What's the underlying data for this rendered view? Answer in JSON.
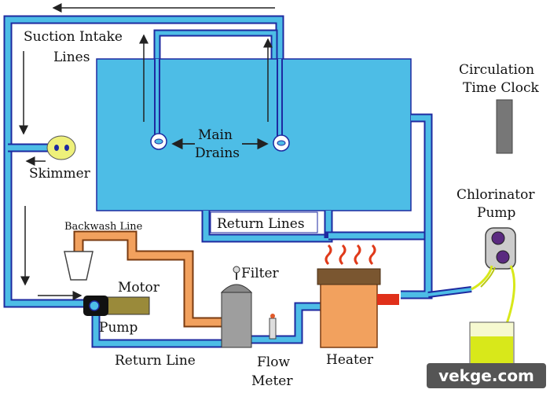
{
  "labels": {
    "suction_line1": "Suction Intake",
    "suction_line2": "Lines",
    "main_drains_line1": "Main",
    "main_drains_line2": "Drains",
    "skimmer": "Skimmer",
    "backwash": "Backwash Line",
    "return_lines": "Return Lines",
    "motor": "Motor",
    "pump": "Pump",
    "filter": "Filter",
    "return_line": "Return Line",
    "flow_meter_line1": "Flow",
    "flow_meter_line2": "Meter",
    "heater": "Heater",
    "clock_line1": "Circulation",
    "clock_line2": "Time Clock",
    "chlorinator_line1": "Chlorinator",
    "chlorinator_line2": "Pump"
  },
  "watermark": "vekge.com",
  "colors": {
    "pool": "#4dbde6",
    "pipe": "#4dbde6",
    "pipe_edge": "#1e2aa0",
    "backwash": "#f2a15e",
    "heater": "#f2a15e",
    "chlorine": "#d8e81a",
    "clock": "#777777"
  }
}
